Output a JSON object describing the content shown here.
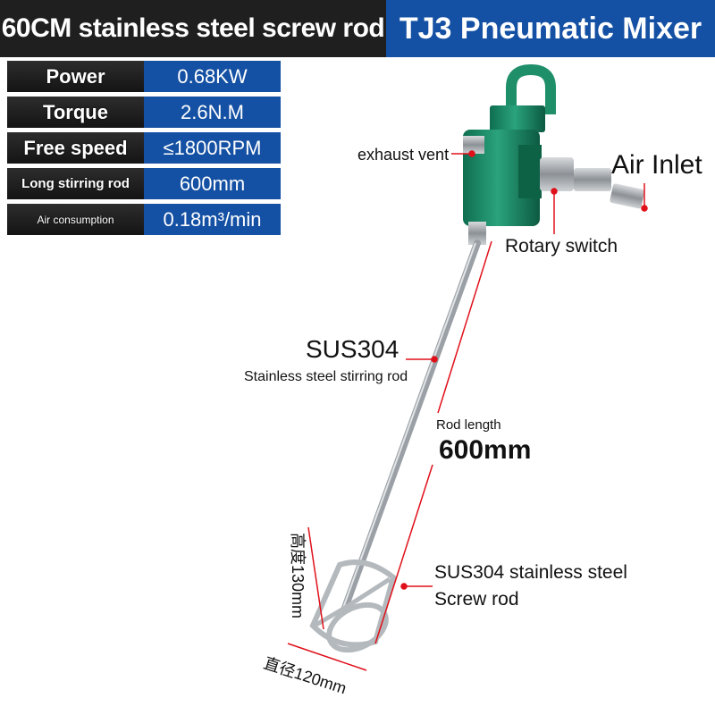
{
  "banner": {
    "left": "60CM stainless steel screw rod",
    "right": "TJ3 Pneumatic Mixer"
  },
  "specs": [
    {
      "label": "Power",
      "value": "0.68KW"
    },
    {
      "label": "Torque",
      "value": "2.6N.M"
    },
    {
      "label": "Free speed",
      "value": "≤1800RPM"
    },
    {
      "label": "Long stirring rod",
      "value": "600mm"
    },
    {
      "label": "Air consumption",
      "value": "0.18m³/min"
    }
  ],
  "callouts": {
    "exhaust_vent": "exhaust vent",
    "air_inlet": "Air Inlet",
    "rotary_switch": "Rotary switch",
    "material": "SUS304",
    "material_sub": "Stainless steel stirring rod",
    "rod_length_label": "Rod length",
    "rod_length_value": "600mm",
    "screw_rod_line1": "SUS304 stainless steel",
    "screw_rod_line2": "Screw rod",
    "height": "高度130mm",
    "diameter": "直径120mm"
  },
  "colors": {
    "banner_left_bg": "#1f1f1f",
    "banner_right_bg": "#1450a3",
    "value_bg": "#1450a3",
    "body_green": "#1f8f6a",
    "leader_red": "#e0101a"
  }
}
